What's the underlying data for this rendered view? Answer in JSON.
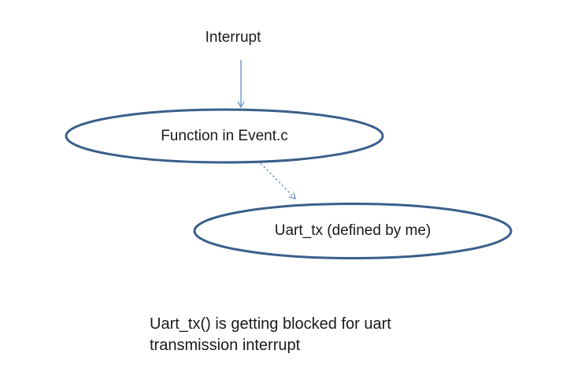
{
  "diagram": {
    "title_label": "Interrupt",
    "nodes": {
      "event_function": {
        "label": "Function in Event.c",
        "shape": "ellipse"
      },
      "uart_tx": {
        "label": "Uart_tx (defined by me)",
        "shape": "ellipse"
      }
    },
    "connectors": {
      "interrupt_to_event": {
        "style": "solid",
        "from": "Interrupt",
        "to": "Function in Event.c"
      },
      "event_to_uart": {
        "style": "dotted",
        "from": "Function in Event.c",
        "to": "Uart_tx (defined by me)"
      }
    },
    "caption": "Uart_tx() is getting blocked for uart\ntransmission interrupt",
    "colors": {
      "background": "#ffffff",
      "ellipse_stroke": "#3A5F8B",
      "connector": "#6B93C6",
      "text": "#1a1a1a"
    }
  }
}
